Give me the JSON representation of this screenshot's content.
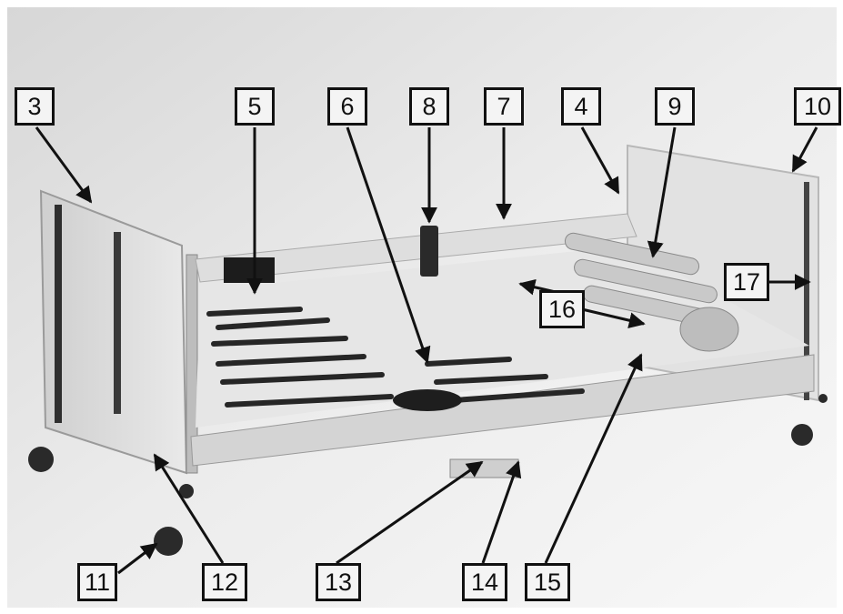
{
  "diagram": {
    "subject": "bed frame photograph with numbered callouts",
    "colors": {
      "background": "#ececec",
      "frame": "#d8d8d8",
      "slats": "#2a2a2a",
      "leader_line": "#111111",
      "callout_border": "#111111"
    },
    "callouts": [
      {
        "id": "c3",
        "label": "3"
      },
      {
        "id": "c5",
        "label": "5"
      },
      {
        "id": "c6",
        "label": "6"
      },
      {
        "id": "c8",
        "label": "8"
      },
      {
        "id": "c7",
        "label": "7"
      },
      {
        "id": "c4",
        "label": "4"
      },
      {
        "id": "c9",
        "label": "9"
      },
      {
        "id": "c10",
        "label": "10"
      },
      {
        "id": "c17",
        "label": "17"
      },
      {
        "id": "c16",
        "label": "16"
      },
      {
        "id": "c11",
        "label": "11"
      },
      {
        "id": "c12",
        "label": "12"
      },
      {
        "id": "c13",
        "label": "13"
      },
      {
        "id": "c14",
        "label": "14"
      },
      {
        "id": "c15",
        "label": "15"
      }
    ]
  }
}
